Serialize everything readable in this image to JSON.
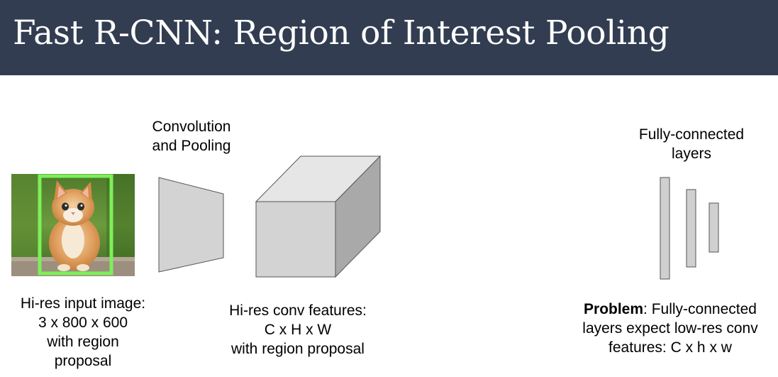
{
  "title": "Fast R-CNN: Region of Interest Pooling",
  "colors": {
    "header_bg": "#323d51",
    "header_text": "#ffffff",
    "box_front": "#d3d3d3",
    "box_top": "#e6e6e6",
    "box_side": "#a9a9a9",
    "layer_fill": "#d0d0d0",
    "outline": "#555555",
    "region_proposal": "#7cf05a"
  },
  "input_image": {
    "icon": "kitten-photo",
    "caption": [
      "Hi-res input image:",
      "3 x 800 x 600",
      "with region",
      "proposal"
    ]
  },
  "conv_pool": {
    "label": [
      "Convolution",
      "and Pooling"
    ]
  },
  "conv_features": {
    "caption": [
      "Hi-res conv features:",
      "C x H x W",
      "with region proposal"
    ]
  },
  "fc_layers": {
    "label": [
      "Fully-connected",
      "layers"
    ]
  },
  "problem": {
    "bold": "Problem",
    "rest": ": Fully-connected",
    "line2": "layers expect low-res conv",
    "line3": "features: C x h x w"
  }
}
